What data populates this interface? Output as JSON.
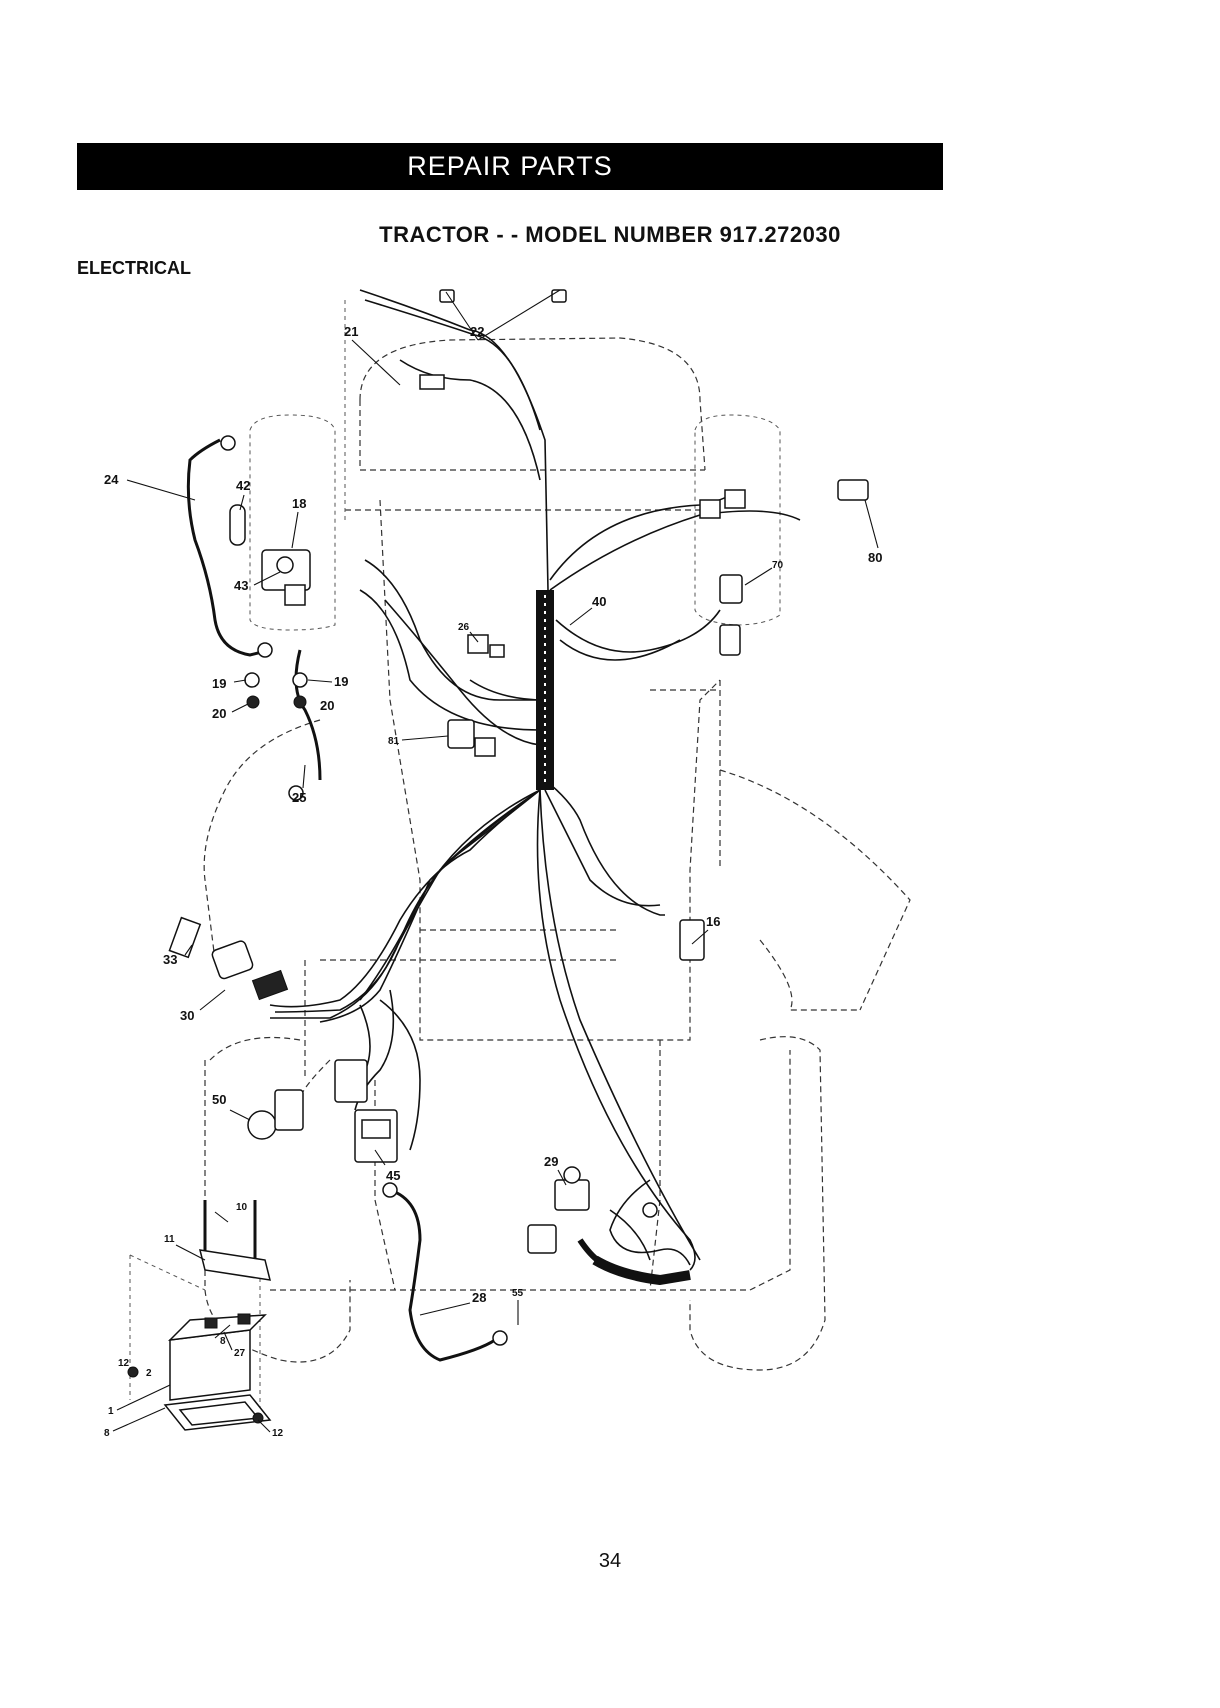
{
  "header": {
    "banner": "REPAIR PARTS",
    "model_title": "TRACTOR - - MODEL NUMBER 917.272030",
    "section": "ELECTRICAL"
  },
  "callouts": {
    "c21": "21",
    "c22": "22",
    "c24": "24",
    "c42": "42",
    "c18": "18",
    "c43": "43",
    "c19a": "19",
    "c19b": "19",
    "c20a": "20",
    "c20b": "20",
    "c25": "25",
    "c26": "26",
    "c81": "81",
    "c40": "40",
    "c70": "70",
    "c80": "80",
    "c16": "16",
    "c33": "33",
    "c30": "30",
    "c50": "50",
    "c45": "45",
    "c29": "29",
    "c28": "28",
    "c55": "55",
    "c10": "10",
    "c11": "11",
    "c27": "27",
    "c8a": "8",
    "c12a": "12",
    "c2": "2",
    "c1": "1",
    "c8b": "8",
    "c12b": "12"
  },
  "footer": {
    "page_number": "34"
  }
}
